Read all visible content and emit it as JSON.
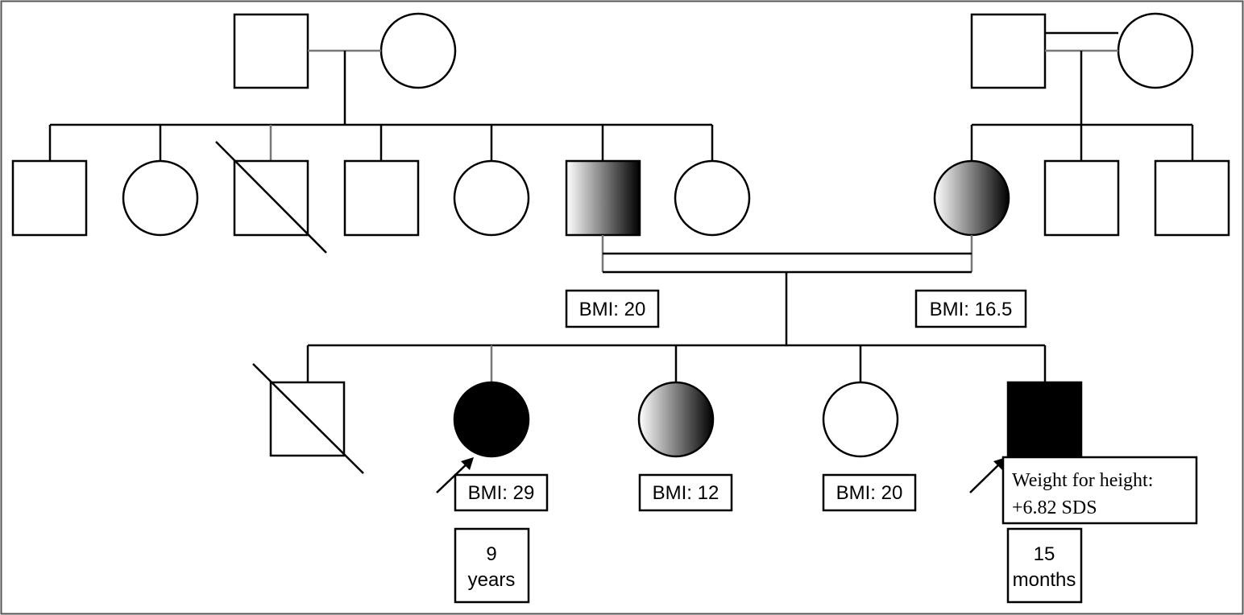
{
  "colors": {
    "affected": "#000000",
    "partial_gradient_start": "#ffffff",
    "partial_gradient_end": "#000000",
    "unaffected": "#ffffff"
  },
  "labels": {
    "father_bmi": "BMI: 20",
    "mother_bmi": "BMI: 16.5",
    "proband1_bmi": "BMI: 29",
    "sister_bmi": "BMI: 12",
    "sister2_bmi": "BMI: 20",
    "proband2_weight_line1": "Weight for height:",
    "proband2_weight_line2": "+6.82 SDS",
    "proband1_age_line1": "9",
    "proband1_age_line2": "years",
    "proband2_age_line1": "15",
    "proband2_age_line2": "months"
  },
  "individuals": {
    "generation1": [
      "male",
      "female",
      "male",
      "female"
    ],
    "generation2": [
      "male",
      "female",
      "male deceased",
      "male",
      "female",
      "male carrier",
      "female",
      "female carrier",
      "male",
      "male"
    ],
    "generation3": [
      "male deceased",
      "female affected proband",
      "female carrier",
      "female",
      "male affected proband"
    ]
  }
}
